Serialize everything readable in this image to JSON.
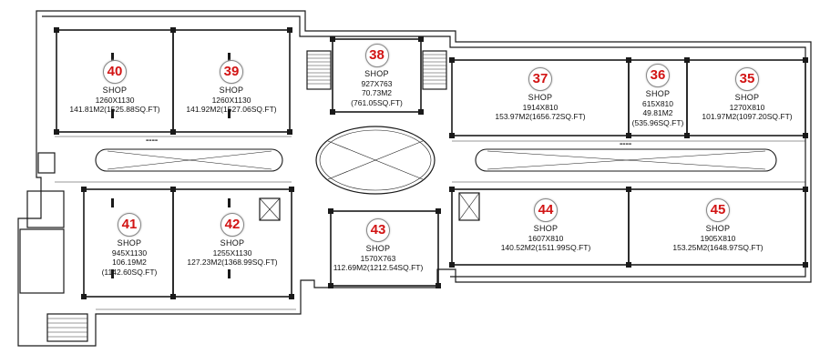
{
  "shops": [
    {
      "id": "40",
      "label": "SHOP",
      "size": "1260X1130",
      "area": "141.81M2(1525.88SQ.FT)"
    },
    {
      "id": "39",
      "label": "SHOP",
      "size": "1260X1130",
      "area": "141.92M2(1527.06SQ.FT)"
    },
    {
      "id": "38",
      "label": "SHOP",
      "size": "927X763",
      "area": "70.73M2",
      "area2": "(761.05SQ.FT)"
    },
    {
      "id": "37",
      "label": "SHOP",
      "size": "1914X810",
      "area": "153.97M2(1656.72SQ.FT)"
    },
    {
      "id": "36",
      "label": "SHOP",
      "size": "615X810",
      "area": "49.81M2",
      "area2": "(535.96SQ.FT)"
    },
    {
      "id": "35",
      "label": "SHOP",
      "size": "1270X810",
      "area": "101.97M2(1097.20SQ.FT)"
    },
    {
      "id": "41",
      "label": "SHOP",
      "size": "945X1130",
      "area": "106.19M2",
      "area2": "(1142.60SQ.FT)"
    },
    {
      "id": "42",
      "label": "SHOP",
      "size": "1255X1130",
      "area": "127.23M2(1368.99SQ.FT)"
    },
    {
      "id": "43",
      "label": "SHOP",
      "size": "1570X763",
      "area": "112.69M2(1212.54SQ.FT)"
    },
    {
      "id": "44",
      "label": "SHOP",
      "size": "1607X810",
      "area": "140.52M2(1511.99SQ.FT)"
    },
    {
      "id": "45",
      "label": "SHOP",
      "size": "1905X810",
      "area": "153.25M2(1648.97SQ.FT)"
    }
  ],
  "colors": {
    "wall": "#1a1a1a",
    "badge_text": "#d21414",
    "line": "#333333"
  }
}
